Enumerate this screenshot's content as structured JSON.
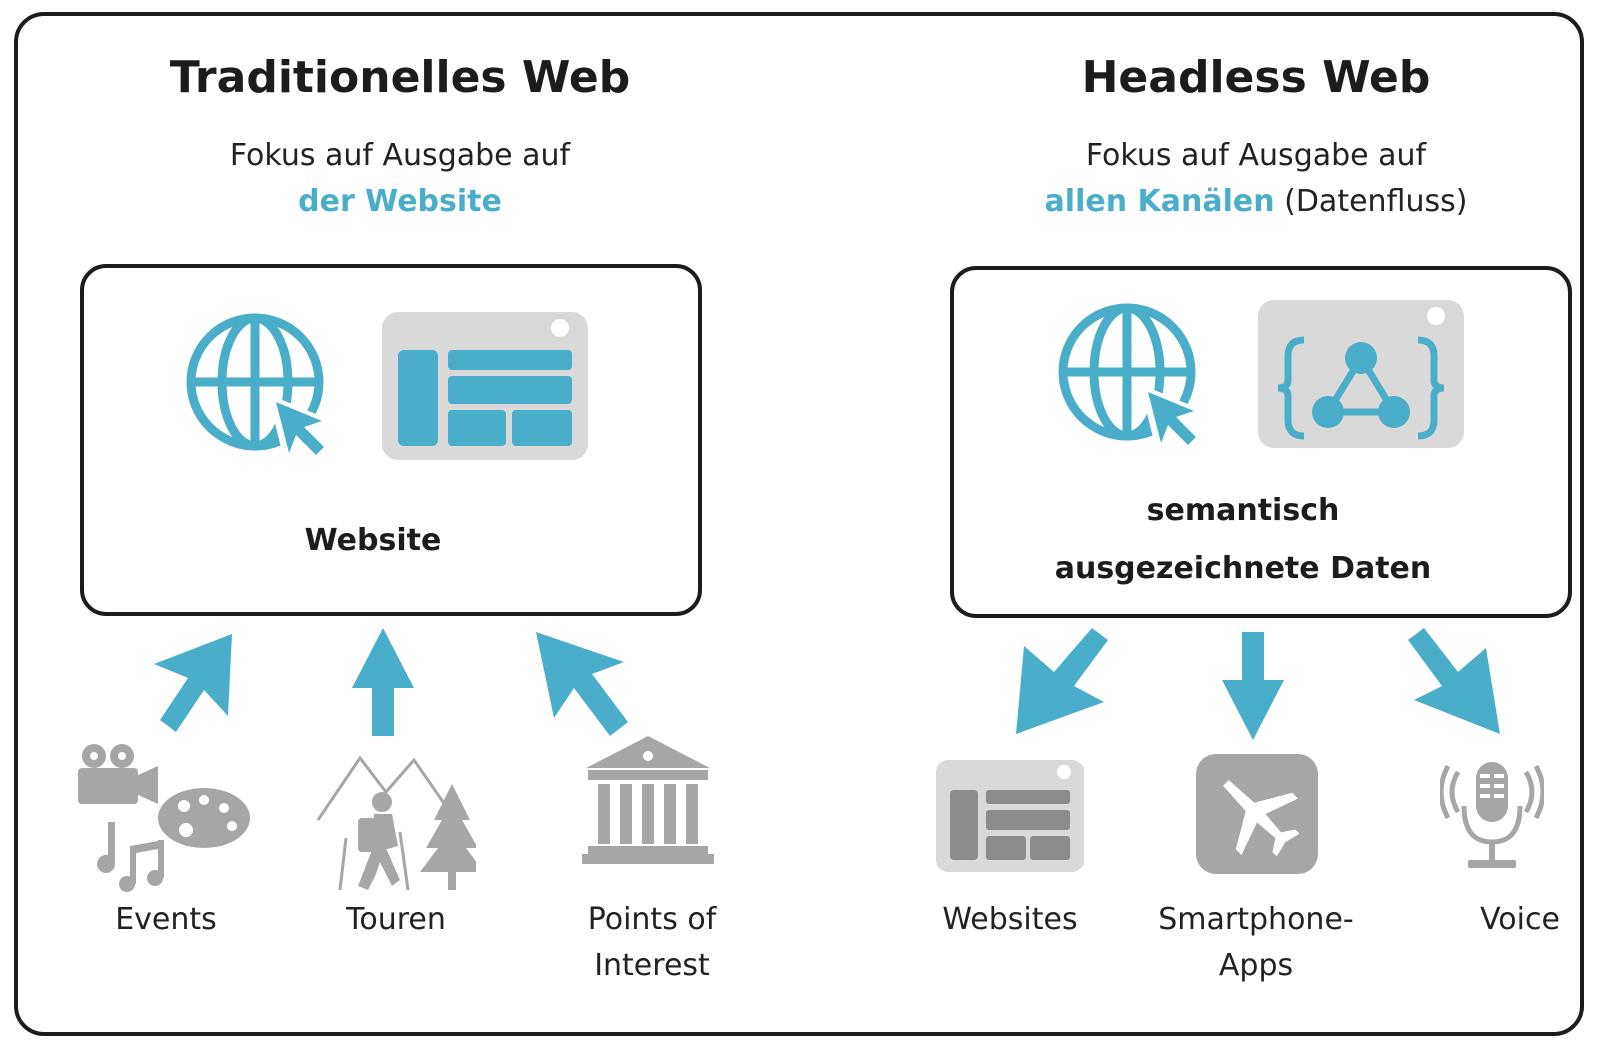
{
  "colors": {
    "accent": "#4aaecb",
    "gray": "#a6a6a6",
    "dark_gray": "#8c8c8c",
    "frame": "#1c1c1c"
  },
  "left": {
    "title": "Traditionelles Web",
    "focus_line": "Fokus auf Ausgabe auf",
    "focus_highlight": "der Website",
    "box_label": "Website",
    "box_icons": [
      "globe-cursor-icon",
      "website-layout-icon"
    ],
    "sources": [
      {
        "label": "Events",
        "icon": "events-icon"
      },
      {
        "label": "Touren",
        "icon": "hiking-tours-icon"
      },
      {
        "label_line1": "Points of",
        "label_line2": "Interest",
        "icon": "museum-poi-icon"
      }
    ]
  },
  "right": {
    "title": "Headless Web",
    "focus_line": "Fokus auf Ausgabe auf",
    "focus_highlight": "allen Kanälen",
    "focus_suffix": " (Datenfluss)",
    "box_label_line1": "semantisch",
    "box_label_line2": "ausgezeichnete Daten",
    "box_icons": [
      "globe-cursor-icon",
      "semantic-data-icon"
    ],
    "channels": [
      {
        "label": "Websites",
        "icon": "website-layout-icon"
      },
      {
        "label_line1": "Smartphone-",
        "label_line2": "Apps",
        "icon": "smartphone-app-icon"
      },
      {
        "label": "Voice",
        "icon": "voice-microphone-icon"
      }
    ]
  }
}
